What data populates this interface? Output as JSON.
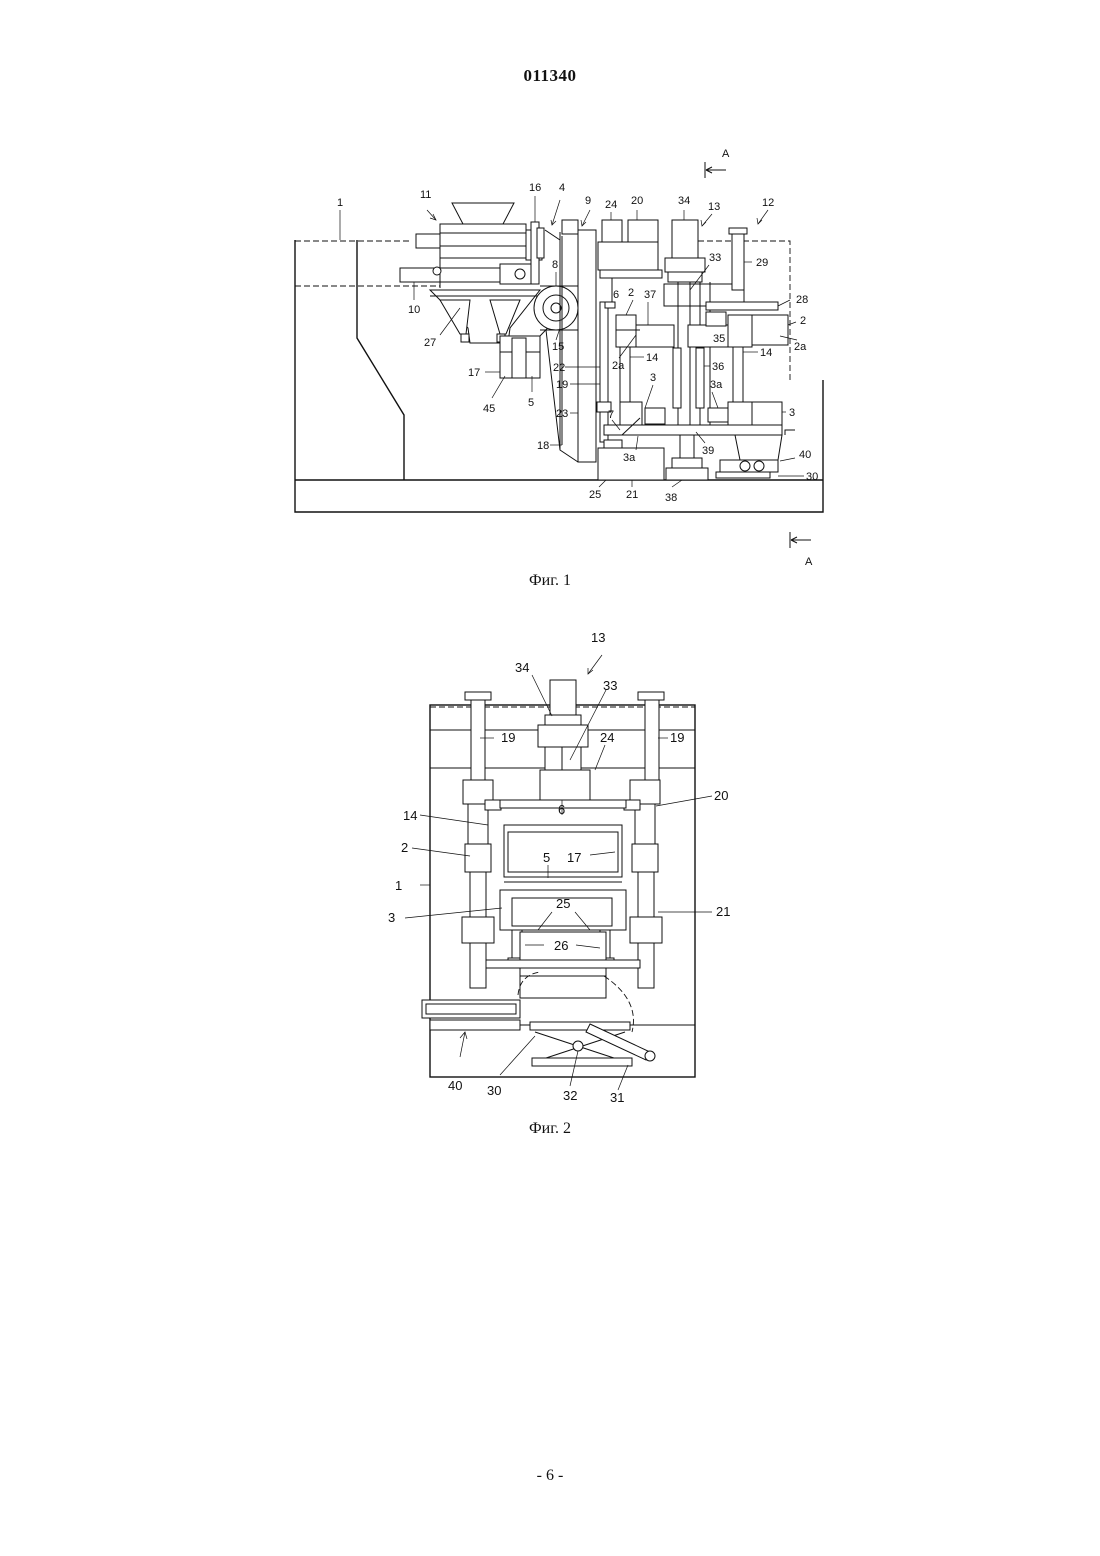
{
  "header": {
    "doc_number": "011340"
  },
  "figures": [
    {
      "caption": "Фиг. 1",
      "section_mark": "A",
      "labels": [
        "1",
        "11",
        "16",
        "4",
        "9",
        "24",
        "20",
        "34",
        "13",
        "12",
        "8",
        "6",
        "29",
        "33",
        "28",
        "10",
        "37",
        "2",
        "2",
        "27",
        "15",
        "2a",
        "35",
        "2a",
        "14",
        "14",
        "17",
        "22",
        "36",
        "3",
        "3a",
        "45",
        "5",
        "19",
        "3",
        "23",
        "7",
        "39",
        "18",
        "3a",
        "40",
        "25",
        "21",
        "38",
        "30"
      ]
    },
    {
      "caption": "Фиг. 2",
      "labels": [
        "13",
        "34",
        "33",
        "19",
        "24",
        "19",
        "20",
        "14",
        "6",
        "2",
        "5",
        "17",
        "1",
        "21",
        "3",
        "25",
        "26",
        "40",
        "30",
        "32",
        "31"
      ]
    }
  ],
  "page": {
    "number": "- 6 -"
  }
}
